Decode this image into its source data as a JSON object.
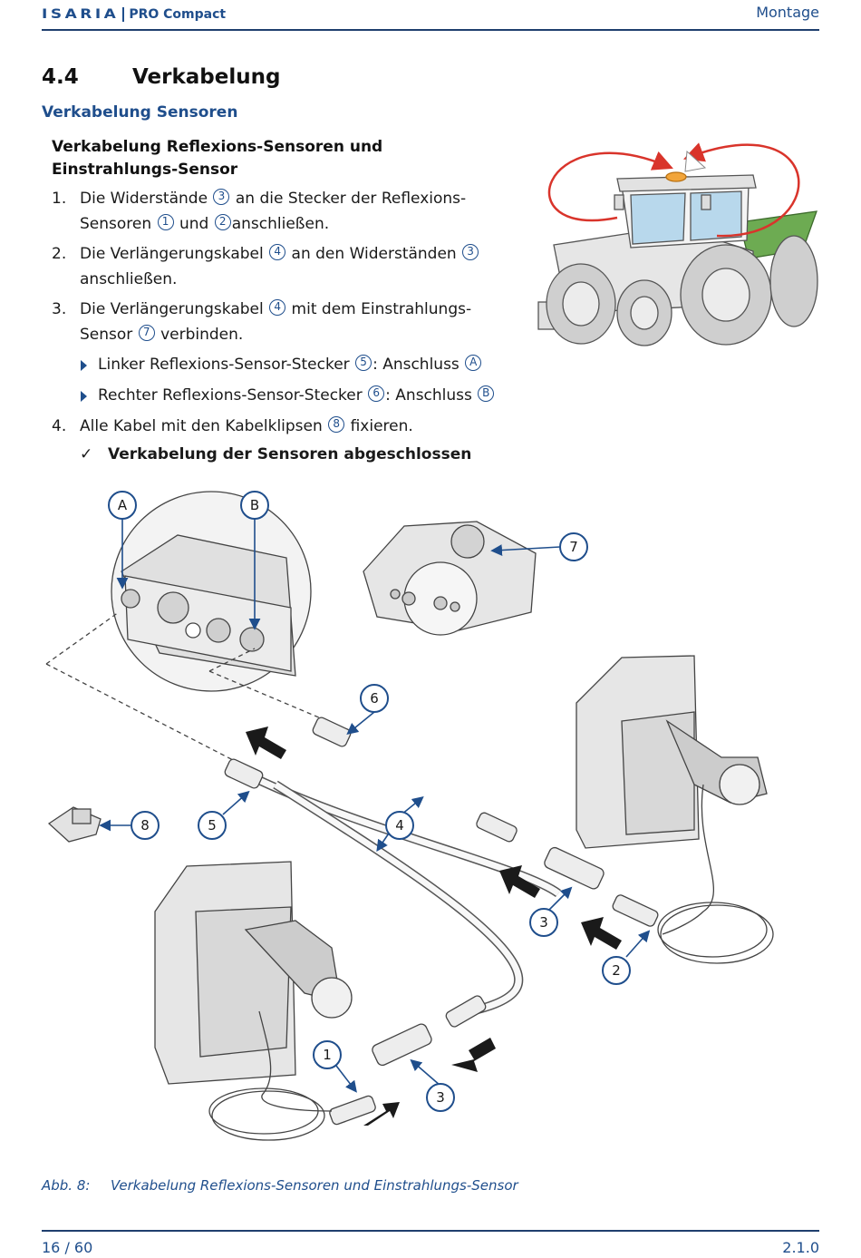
{
  "header": {
    "brand": "ISARIA",
    "product": "PRO Compact",
    "section": "Montage"
  },
  "heading": {
    "number": "4.4",
    "title": "Verkabelung"
  },
  "subheading": "Verkabelung Sensoren",
  "procedure_title": "Verkabelung Reflexions-Sensoren und Einstrahlungs-Sensor",
  "steps": [
    {
      "num": "1.",
      "a": "Die Widerstände",
      "c1": "3",
      "b": "an die Stecker der Reflexions-Sensoren",
      "c2": "1",
      "d": "und",
      "c3": "2",
      "e": "anschließen."
    },
    {
      "num": "2.",
      "a": "Die Verlängerungskabel",
      "c1": "4",
      "b": "an den Widerständen",
      "c2": "3",
      "c": "anschließen."
    },
    {
      "num": "3.",
      "a": "Die Verlängerungskabel",
      "c1": "4",
      "b": "mit dem Einstrahlungs-Sensor",
      "c2": "7",
      "c": "verbinden."
    },
    {
      "num": "4.",
      "a": "Alle Kabel mit den Kabelklipsen",
      "c1": "8",
      "b": "fixieren."
    }
  ],
  "substeps": [
    {
      "a": "Linker Reflexions-Sensor-Stecker",
      "c1": "5",
      "b": ": Anschluss",
      "c2": "A"
    },
    {
      "a": "Rechter Reflexions-Sensor-Stecker",
      "c1": "6",
      "b": ": Anschluss",
      "c2": "B"
    }
  ],
  "result": {
    "check": "✓",
    "text": "Verkabelung der Sensoren abgeschlossen"
  },
  "diagram_callouts": [
    "A",
    "B",
    "7",
    "6",
    "8",
    "5",
    "4",
    "3",
    "2",
    "1",
    "3"
  ],
  "caption": {
    "label": "Abb. 8:",
    "text": "Verkabelung Reflexions-Sensoren und Einstrahlungs-Sensor"
  },
  "footer": {
    "page": "16 / 60",
    "version": "2.1.0"
  },
  "colors": {
    "brand_blue": "#1f4e8c",
    "arrow_red": "#d9342b",
    "cab_blue": "#b8d8ec",
    "hopper_green": "#6dab52"
  }
}
